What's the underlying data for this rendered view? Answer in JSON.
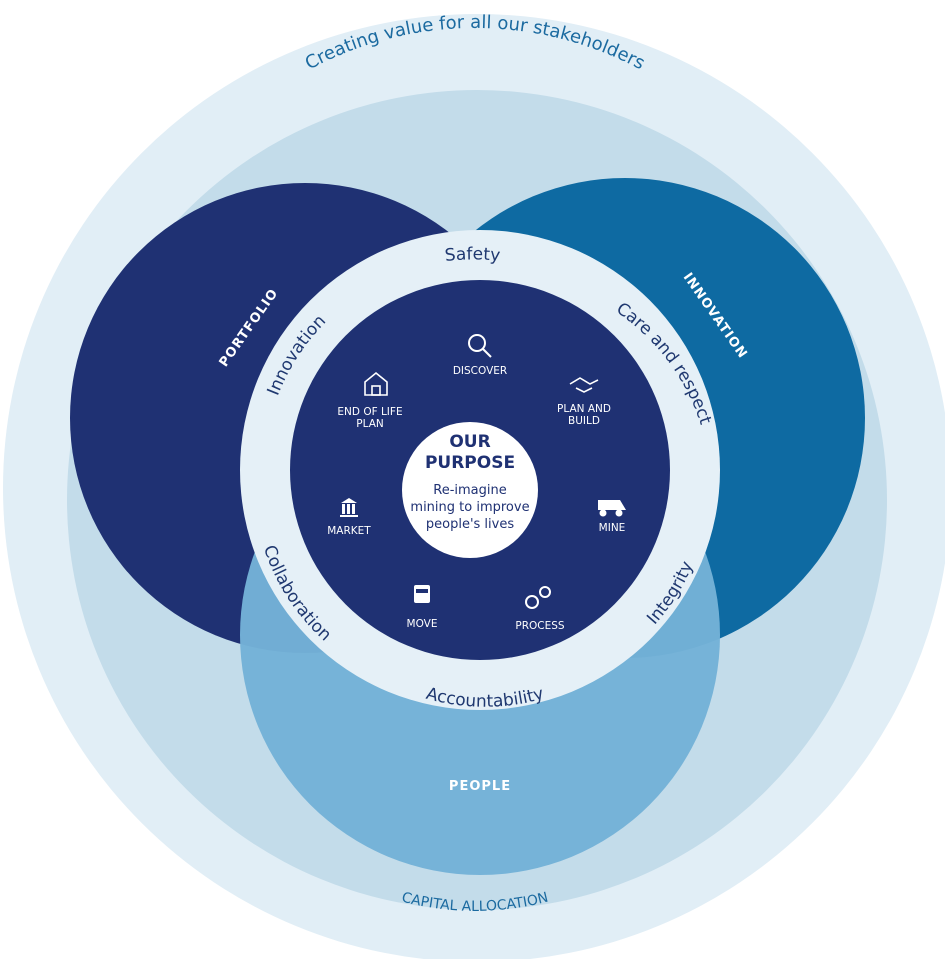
{
  "outer_ring": {
    "top_text": "Creating value for all our stakeholders",
    "bottom_text": "CAPITAL ALLOCATION"
  },
  "pillars": {
    "portfolio": "PORTFOLIO",
    "innovation": "INNOVATION",
    "people": "PEOPLE"
  },
  "values": {
    "safety": "Safety",
    "care": "Care and respect",
    "integrity": "Integrity",
    "accountability": "Accountability",
    "collaboration": "Collaboration",
    "innovation": "Innovation"
  },
  "stages": {
    "discover": "DISCOVER",
    "plan_build_1": "PLAN AND",
    "plan_build_2": "BUILD",
    "mine": "MINE",
    "process": "PROCESS",
    "move": "MOVE",
    "market": "MARKET",
    "end_of_life_1": "END OF LIFE",
    "end_of_life_2": "PLAN"
  },
  "purpose": {
    "title_1": "OUR",
    "title_2": "PURPOSE",
    "line_1": "Re-imagine",
    "line_2": "mining to improve",
    "line_3": "people's lives"
  },
  "colors": {
    "outer": "#e1eef6",
    "capital": "#c3dcea",
    "portfolio": "#1f3173",
    "innovation": "#0e6aa2",
    "people": "#74b2d7",
    "values_ring": "#e5f0f7",
    "core": "#1f3173",
    "purpose": "#ffffff"
  }
}
